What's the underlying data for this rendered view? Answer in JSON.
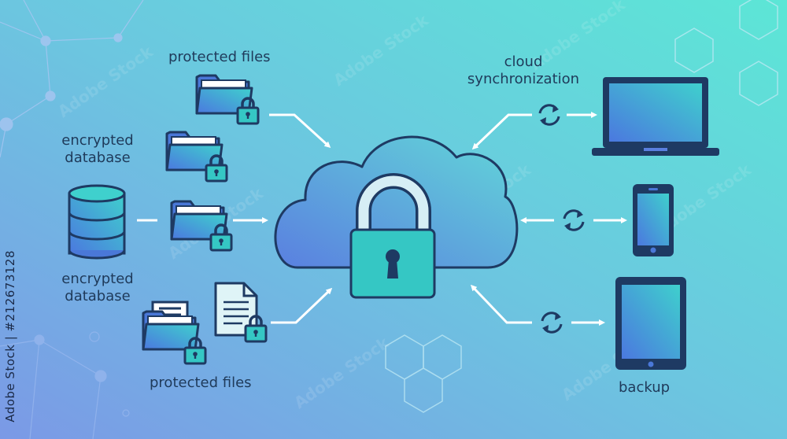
{
  "labels": {
    "protected_files_top": "protected files",
    "encrypted_database_top_line1": "encrypted",
    "encrypted_database_top_line2": "database",
    "encrypted_database_bottom_line1": "encrypted",
    "encrypted_database_bottom_line2": "database",
    "protected_files_bottom": "protected files",
    "cloud_sync_line1": "cloud",
    "cloud_sync_line2": "synchronization",
    "backup": "backup"
  },
  "watermark": {
    "stock_id": "Adobe Stock | #212673128",
    "repeat_text": "Adobe Stock"
  },
  "icons": [
    "folder-icon",
    "lock-icon",
    "database-icon",
    "document-icon",
    "cloud-icon",
    "padlock-icon",
    "sync-icon",
    "laptop-icon",
    "smartphone-icon",
    "tablet-icon"
  ],
  "colors": {
    "background_start": "#7c9ee6",
    "background_end": "#5fe0dc",
    "outline": "#1e3a63",
    "teal": "#35c7c4",
    "blue": "#4f86e0",
    "arrow": "#ffffff"
  }
}
